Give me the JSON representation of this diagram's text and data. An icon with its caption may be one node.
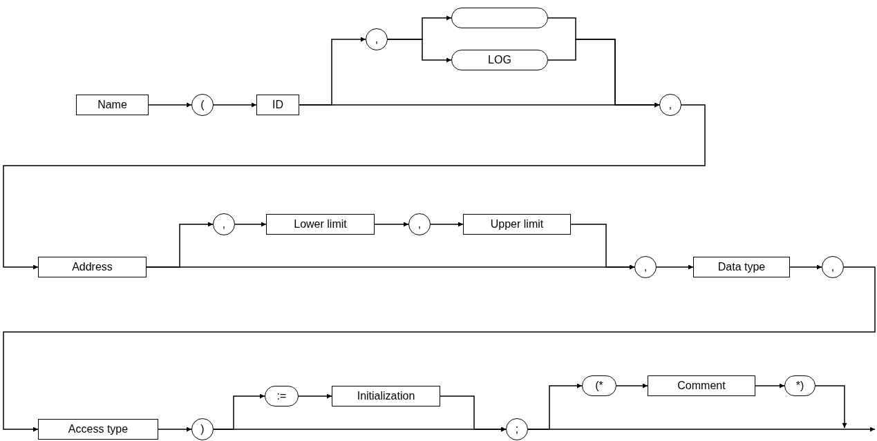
{
  "diagram": {
    "nodes": [
      {
        "text": [
          "Name"
        ]
      },
      {
        "text": [
          "("
        ]
      },
      {
        "text": [
          "ID"
        ]
      },
      {
        "text": [
          ","
        ]
      },
      {
        "text": [],
        "shape": "box"
      },
      {
        "text": [
          "LOG"
        ]
      },
      {
        "text": [
          ","
        ]
      },
      {
        "text": [
          "Address"
        ]
      },
      {
        "text": [
          ","
        ]
      },
      {
        "text": [
          "Lower limit"
        ]
      },
      {
        "text": [
          ","
        ]
      },
      {
        "text": [
          "Upper limit"
        ]
      },
      {
        "text": [
          ","
        ]
      },
      {
        "text": [
          "Data type"
        ]
      },
      {
        "text": [
          ","
        ]
      },
      {
        "text": [
          "Access type"
        ]
      },
      {
        "text": [
          ")"
        ]
      },
      {
        "text": [
          ":="
        ]
      },
      {
        "text": [
          "Initialization"
        ]
      },
      {
        "text": [
          ";"
        ]
      },
      {
        "text": [
          "(*"
        ]
      },
      {
        "text": [
          "Comment"
        ]
      },
      {
        "text": [
          "*)"
        ]
      }
    ],
    "edges": [
      {
        "from": 0,
        "to": 1,
        "arrow": "to"
      },
      {
        "from": 1,
        "to": 2,
        "arrow": "to"
      },
      {
        "from": 2,
        "to": 3,
        "arrow": "to"
      },
      {
        "from": 2,
        "to": 6,
        "arrow": "to"
      },
      {
        "from": 3,
        "to": 4,
        "arrow": "to"
      },
      {
        "from": 3,
        "to": 5,
        "arrow": "to"
      },
      {
        "from": 4,
        "to": 6,
        "arrow": "to"
      },
      {
        "from": 5,
        "to": 6,
        "arrow": "to"
      },
      {
        "from": 6,
        "to": 7,
        "arrow": "to"
      },
      {
        "from": 7,
        "to": 8,
        "arrow": "to"
      },
      {
        "from": 7,
        "to": 12,
        "arrow": "to"
      },
      {
        "from": 8,
        "to": 9,
        "arrow": "to"
      },
      {
        "from": 9,
        "to": 10,
        "arrow": "to"
      },
      {
        "from": 10,
        "to": 11,
        "arrow": "to"
      },
      {
        "from": 11,
        "to": 12,
        "arrow": "to"
      },
      {
        "from": 12,
        "to": 13,
        "arrow": "to"
      },
      {
        "from": 13,
        "to": 14,
        "arrow": "to"
      },
      {
        "from": 14,
        "to": 15,
        "arrow": "to"
      },
      {
        "from": 15,
        "to": 16,
        "arrow": "to"
      },
      {
        "from": 16,
        "to": 17,
        "arrow": "to"
      },
      {
        "from": 16,
        "to": 19,
        "arrow": "to"
      },
      {
        "from": 17,
        "to": 18,
        "arrow": "to"
      },
      {
        "from": 18,
        "to": 19,
        "arrow": "to"
      },
      {
        "from": 19,
        "to": 20,
        "arrow": "to"
      },
      {
        "from": 19,
        "to": null,
        "arrow": "to"
      },
      {
        "from": 20,
        "to": 21,
        "arrow": "to"
      },
      {
        "from": 21,
        "to": 22,
        "arrow": "to"
      },
      {
        "from": 22,
        "to": null,
        "arrow": "to"
      }
    ]
  }
}
